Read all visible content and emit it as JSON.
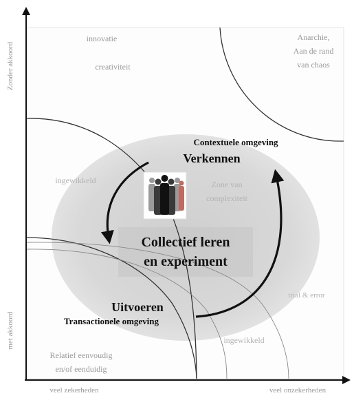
{
  "axes": {
    "y_top_label": "Zonder akkoord",
    "y_bottom_label": "met akkoord",
    "x_left_label": "veel zekerheden",
    "x_right_label": "veel onzekerheden"
  },
  "zones": {
    "innovatie": "innovatie",
    "creativiteit": "creativiteit",
    "anarchie_line1": "Anarchie,",
    "anarchie_line2": "Aan de rand",
    "anarchie_line3": "van chaos",
    "ingewikkeld_top": "ingewikkeld",
    "zone_van_line1": "Zone van",
    "zone_van_line2": "complexiteit",
    "trial_error": "trial & error",
    "ingewikkeld_bottom": "ingewikkeld",
    "relatief_line1": "Relatief eenvoudig",
    "relatief_line2": "en/of eenduidig"
  },
  "cycle": {
    "context_label": "Contextuele omgeving",
    "verkennen": "Verkennen",
    "center_line1": "Collectief leren",
    "center_line2": "en experiment",
    "uitvoeren": "Uitvoeren",
    "transactional_label": "Transactionele omgeving"
  },
  "icons": {
    "people": "people-group-icon"
  },
  "colors": {
    "ellipse": "#d9d9d9",
    "center_box": "#c9c9c9",
    "axis": "#111111",
    "curves": "#333333"
  }
}
